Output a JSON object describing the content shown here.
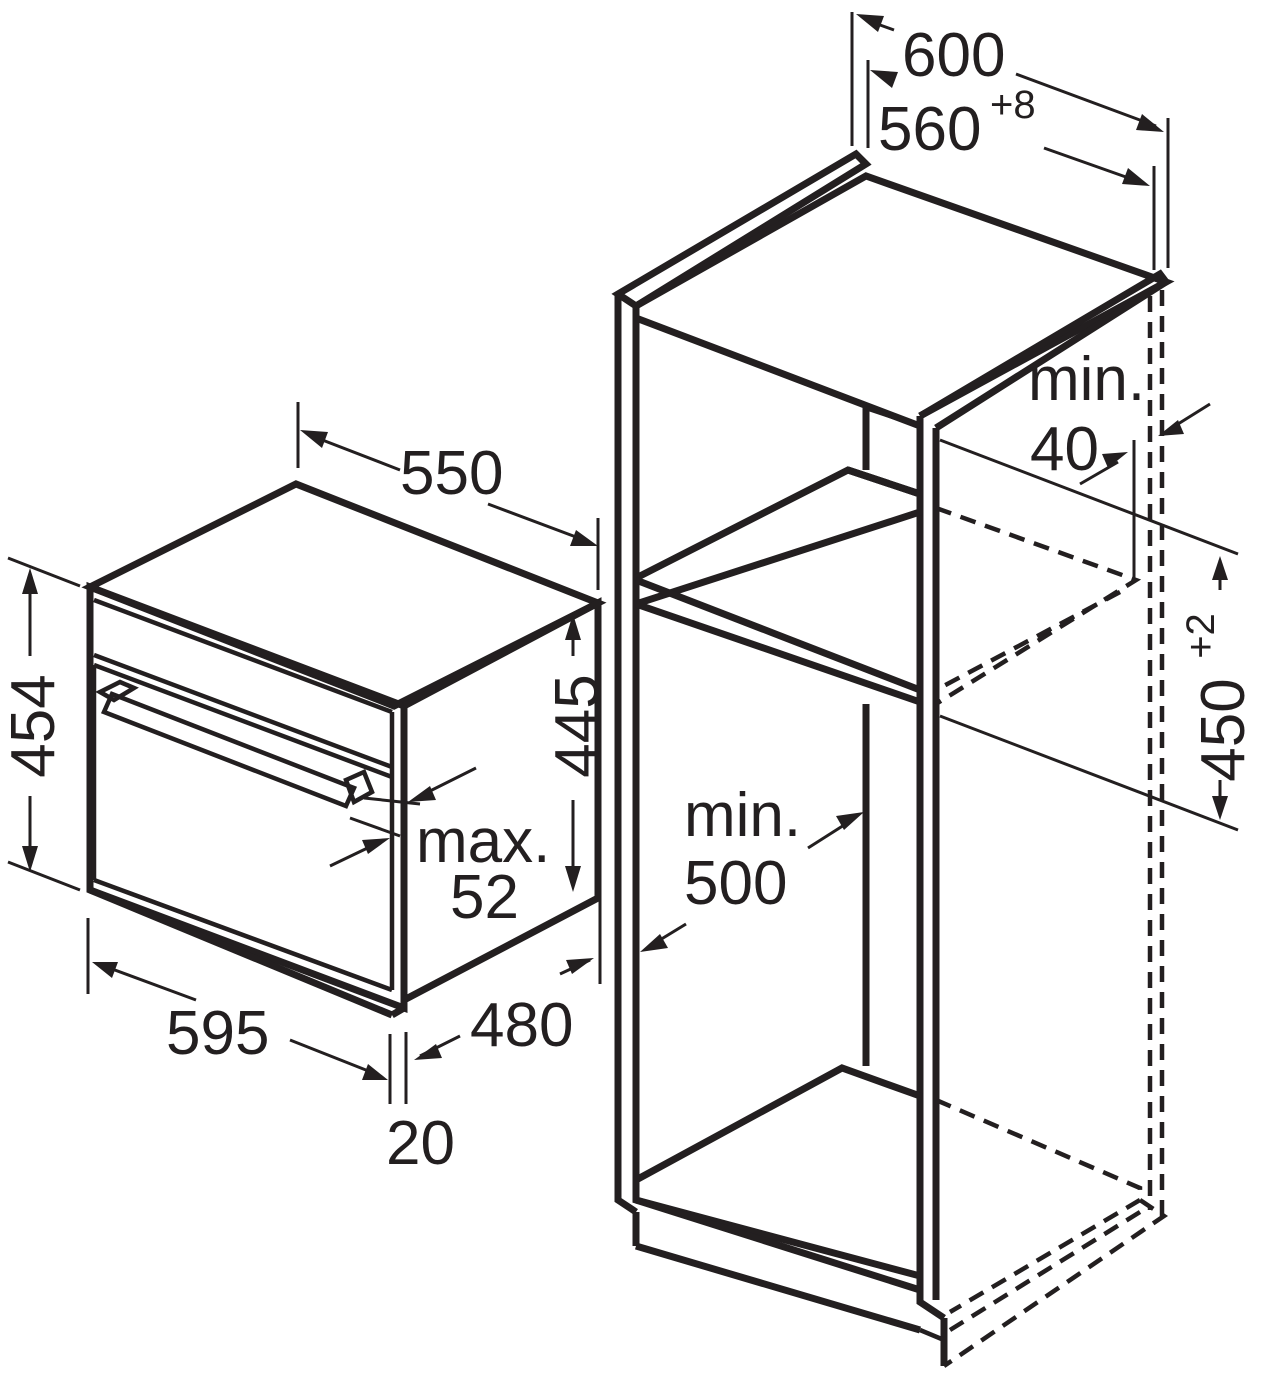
{
  "oven": {
    "width_label": "595",
    "depth_label": "550",
    "height_label": "454",
    "body_height_label": "445",
    "body_depth_label": "480",
    "front_thickness_label": "20",
    "handle_prefix": "max.",
    "handle_value": "52"
  },
  "cabinet": {
    "outer_width_label": "600",
    "inner_width_base": "560",
    "inner_width_tol": "+8",
    "niche_height_base": "450",
    "niche_height_tol": "+2",
    "vent_prefix": "min.",
    "vent_value": "40",
    "depth_prefix": "min.",
    "depth_value": "500"
  },
  "colors": {
    "line": "#231f20",
    "background": "#ffffff"
  }
}
